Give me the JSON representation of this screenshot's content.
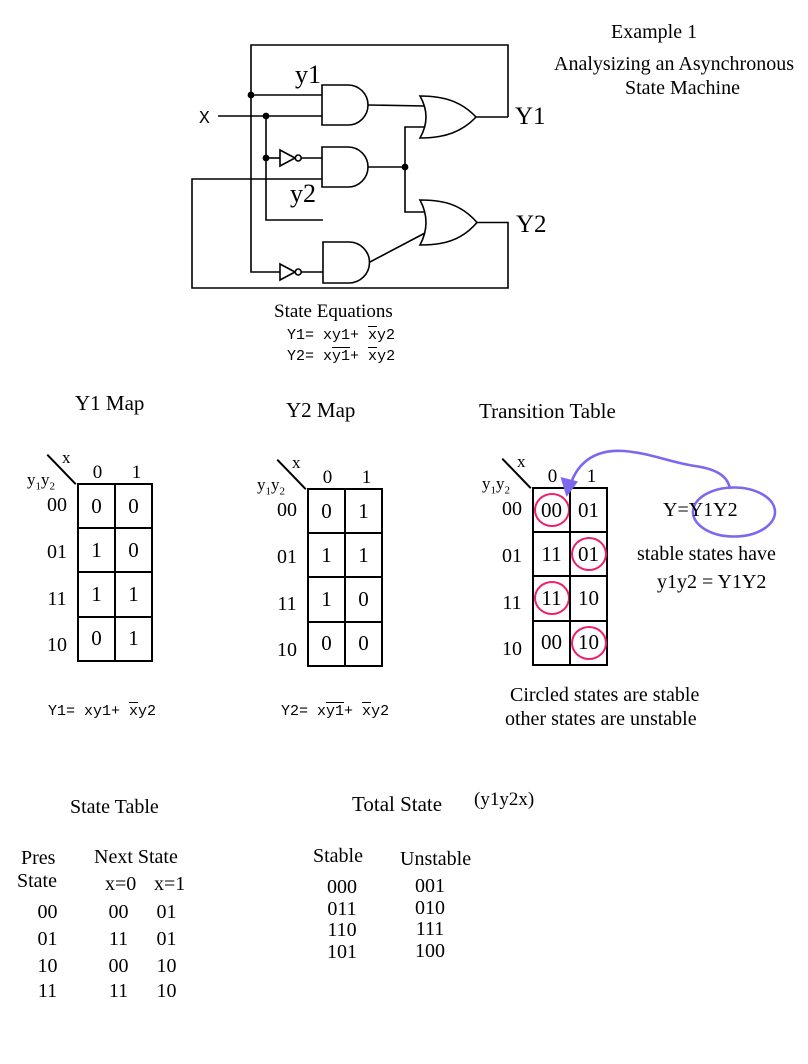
{
  "header": {
    "example": "Example 1",
    "title_line1": "Analysizing an Asynchronous",
    "title_line2": "State Machine"
  },
  "circuit": {
    "labels": {
      "x": "X",
      "y1": "y1",
      "y2": "y2",
      "Y1": "Y1",
      "Y2": "Y2"
    }
  },
  "state_equations": {
    "title": "State Equations"
  },
  "equations": {
    "y1": {
      "pre": "Y1=  xy1+ ",
      "bar1": "x",
      "post": "y2"
    },
    "y2": {
      "pre": "Y2=  x",
      "bar1": "y1",
      "mid": "+ ",
      "bar2": "x",
      "post": "y2"
    }
  },
  "kmaps": {
    "axis": {
      "x": "x",
      "corner_base": "y",
      "corner_sub1": "1",
      "corner_sub2": "2",
      "cols": [
        "0",
        "1"
      ],
      "rows": [
        "00",
        "01",
        "11",
        "10"
      ]
    },
    "y1": {
      "title": "Y1 Map",
      "cells": [
        [
          "0",
          "0"
        ],
        [
          "1",
          "0"
        ],
        [
          "1",
          "1"
        ],
        [
          "0",
          "1"
        ]
      ]
    },
    "y2": {
      "title": "Y2 Map",
      "cells": [
        [
          "0",
          "1"
        ],
        [
          "1",
          "1"
        ],
        [
          "1",
          "0"
        ],
        [
          "0",
          "0"
        ]
      ]
    },
    "transition": {
      "title": "Transition Table",
      "cells": [
        [
          "00",
          "01"
        ],
        [
          "11",
          "01"
        ],
        [
          "11",
          "10"
        ],
        [
          "00",
          "10"
        ]
      ],
      "circled": [
        [
          true,
          false
        ],
        [
          false,
          true
        ],
        [
          true,
          false
        ],
        [
          false,
          true
        ]
      ]
    }
  },
  "notes": {
    "y_eq_pre": "Y=",
    "y_eq_circled": "Y1Y2",
    "stable1": "stable states have",
    "stable2": "y1y2 = Y1Y2",
    "circled1": "Circled states are stable",
    "circled2": "other states are unstable"
  },
  "state_table": {
    "title": "State Table",
    "pres_line1": "Pres",
    "pres_line2": "State",
    "next_header": "Next State",
    "x0_header": "x=0",
    "x1_header": "x=1",
    "rows": [
      {
        "pres": "00",
        "x0": "00",
        "x1": "01"
      },
      {
        "pres": "01",
        "x0": "11",
        "x1": "01"
      },
      {
        "pres": "10",
        "x0": "00",
        "x1": "10"
      },
      {
        "pres": "11",
        "x0": "11",
        "x1": "10"
      }
    ]
  },
  "total_state": {
    "title": "Total State",
    "suffix": "(y1y2x)",
    "stable_header": "Stable",
    "unstable_header": "Unstable",
    "stable": [
      "000",
      "011",
      "110",
      "101"
    ],
    "unstable": [
      "001",
      "010",
      "111",
      "100"
    ]
  },
  "colors": {
    "circle_red": "#ed1e6b",
    "arrow_purple": "#7b68ee"
  }
}
